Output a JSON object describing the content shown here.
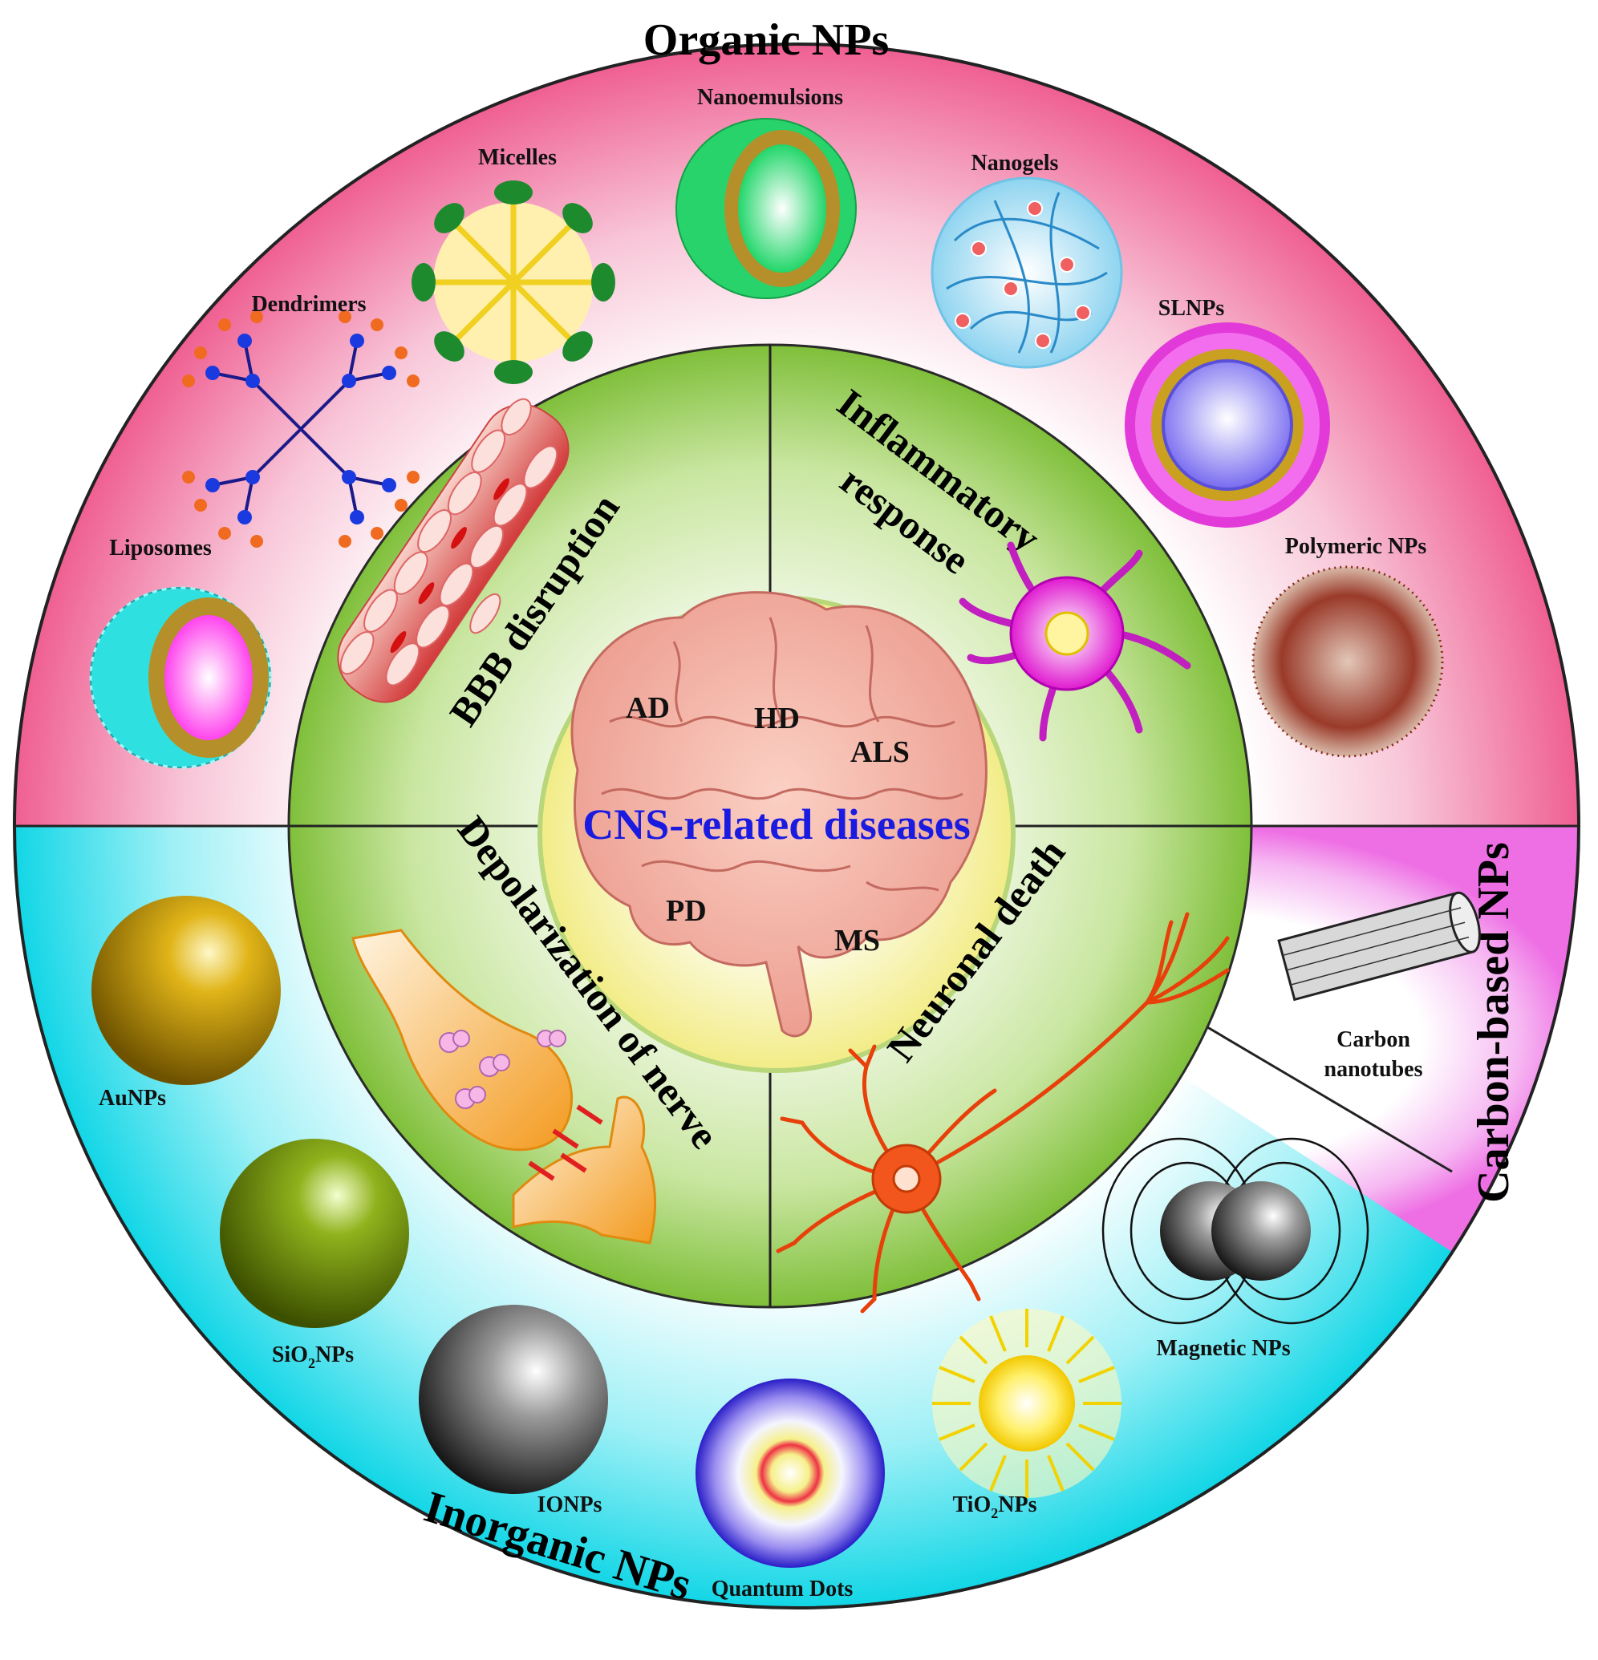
{
  "categories": {
    "organic": "Organic NPs",
    "inorganic": "Inorganic NPs",
    "carbon": "Carbon-based NPs"
  },
  "nanoparticles": {
    "nanoemulsions": "Nanoemulsions",
    "micelles": "Micelles",
    "nanogels": "Nanogels",
    "dendrimers": "Dendrimers",
    "slnps": "SLNPs",
    "liposomes": "Liposomes",
    "polymeric": "Polymeric NPs",
    "carbon_nanotubes_1": "Carbon",
    "carbon_nanotubes_2": "nanotubes",
    "aunps": "AuNPs",
    "sio2_a": "SiO",
    "sio2_sub": "2",
    "sio2_b": "NPs",
    "ionps": "IONPs",
    "quantum_dots": "Quantum Dots",
    "tio2_a": "TiO",
    "tio2_sub": "2",
    "tio2_b": "NPs",
    "magnetic": "Magnetic NPs"
  },
  "mechanisms": {
    "bbb": "BBB disruption",
    "inflammatory_1": "Inflammatory",
    "inflammatory_2": "response",
    "depolarization": "Depolarization of nerve",
    "neuronal": "Neuronal death"
  },
  "center": {
    "title": "CNS-related diseases",
    "diseases": [
      "AD",
      "HD",
      "ALS",
      "PD",
      "MS"
    ]
  },
  "colors": {
    "organic_ring": "#f06a9a",
    "inorganic_ring": "#18d8e8",
    "carbon_ring": "#f07ae8",
    "inner_green": "#8cc63f",
    "center_yellow": "#f7f3a0",
    "title_blue": "#1a1ae0"
  }
}
